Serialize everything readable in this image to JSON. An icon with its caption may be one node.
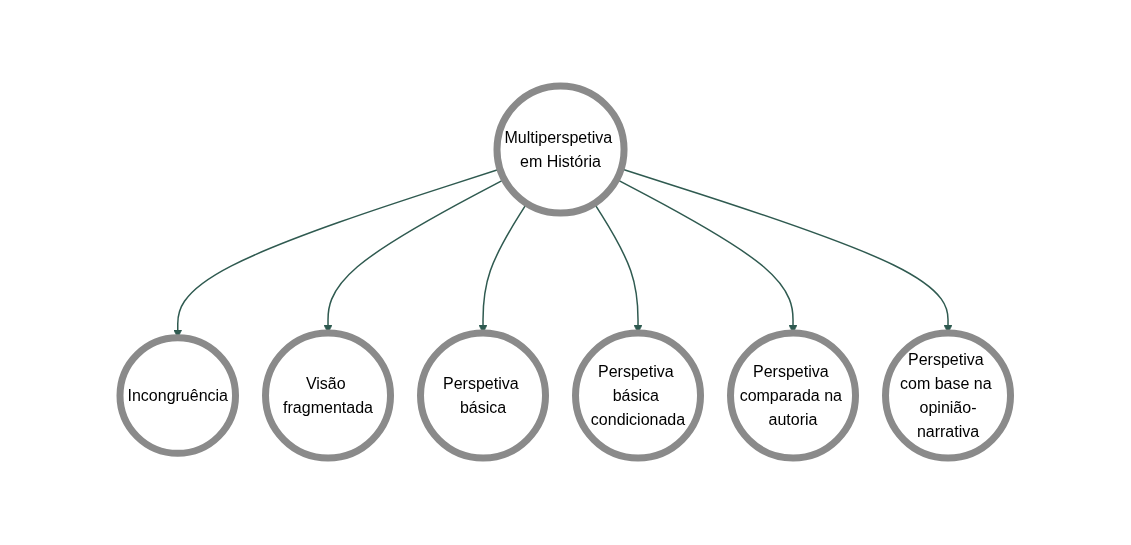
{
  "diagram": {
    "nodes": [
      {
        "text": [
          "Multiperspetiva em História"
        ]
      },
      {
        "text": [
          "Incongruência"
        ]
      },
      {
        "text": [
          "Visão fragmentada"
        ]
      },
      {
        "text": [
          "Perspetiva básica"
        ]
      },
      {
        "text": [
          "Perspetiva básica condicionada"
        ]
      },
      {
        "text": [
          "Perspetiva comparada na autoria"
        ]
      },
      {
        "text": [
          "Perspetiva com base na opinião-narrativa"
        ]
      }
    ],
    "edges": [
      {
        "from": 0,
        "to": 1,
        "arrow": "to"
      },
      {
        "from": 0,
        "to": 2,
        "arrow": "to"
      },
      {
        "from": 0,
        "to": 3,
        "arrow": "to"
      },
      {
        "from": 0,
        "to": 4,
        "arrow": "to"
      },
      {
        "from": 0,
        "to": 5,
        "arrow": "to"
      },
      {
        "from": 0,
        "to": 6,
        "arrow": "to"
      }
    ]
  }
}
